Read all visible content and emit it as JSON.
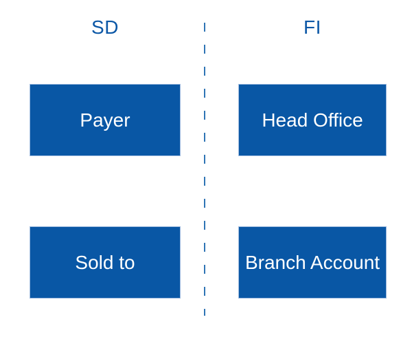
{
  "diagram": {
    "description": "SD to FI mapping diagram with two columns separated by a dashed divider",
    "columns": {
      "sd": {
        "header": "SD",
        "top_box": "Payer",
        "bottom_box": "Sold to"
      },
      "fi": {
        "header": "FI",
        "top_box": "Head Office",
        "bottom_box": "Branch Account"
      }
    },
    "colors": {
      "background": "#ffffff",
      "box_fill": "#0957a5",
      "box_border": "#a0bce0",
      "box_text": "#ffffff",
      "header_text": "#0b57a6",
      "divider": "#2e74b5"
    }
  }
}
